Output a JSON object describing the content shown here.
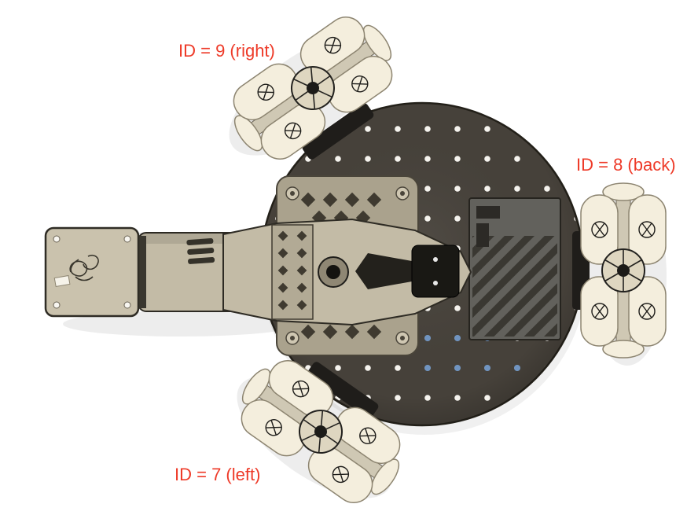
{
  "annotations": {
    "right": {
      "text": "ID = 9 (right)"
    },
    "back": {
      "text": "ID = 8 (back)"
    },
    "left": {
      "text": "ID = 7 (left)"
    }
  },
  "colors": {
    "annotation": "#ee3a28",
    "plate": "#46413a",
    "arm": "#c3bba6",
    "arm_dark": "#aaa28d",
    "roller": "#f4eedd",
    "dot": "#f5f3ee",
    "blue_dot": "#7094c0",
    "vent_box": "#62615c",
    "bracket": "#1f1d1a"
  }
}
